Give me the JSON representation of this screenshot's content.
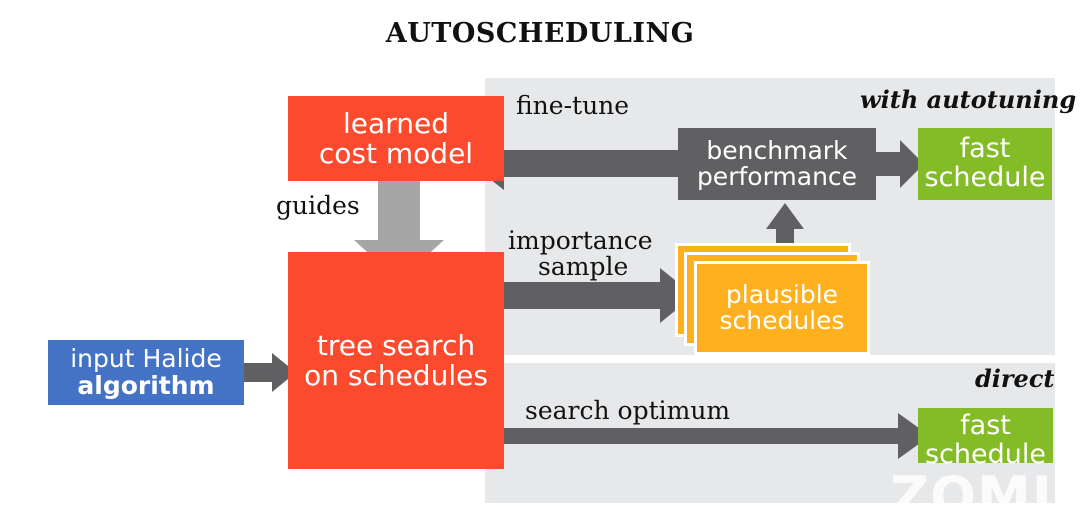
{
  "title": "AUTOSCHEDULING",
  "panels": {
    "autotuning": {
      "caption": "with autotuning"
    },
    "direct": {
      "caption": "direct"
    }
  },
  "boxes": {
    "cost_model": {
      "line1": "learned",
      "line2": "cost model",
      "color": "#fb4a2d"
    },
    "tree_search": {
      "line1": "tree search",
      "line2": "on schedules",
      "color": "#fb4a2d"
    },
    "input": {
      "line1": "input Halide",
      "line2": "algorithm",
      "color": "#4472c4"
    },
    "benchmark": {
      "line1": "benchmark",
      "line2": "performance",
      "color": "#606063"
    },
    "fast_top": {
      "line1": "fast",
      "line2": "schedule",
      "color": "#84bc27"
    },
    "fast_bottom": {
      "line1": "fast",
      "line2": "schedule",
      "color": "#84bc27"
    },
    "plausible": {
      "line1": "plausible",
      "line2": "schedules",
      "color": "#ffb01f",
      "card_count": 3
    }
  },
  "labels": {
    "fine_tune": "fine-tune",
    "guides": "guides",
    "importance_line1": "importance",
    "importance_line2": "sample",
    "search_optimum": "search optimum"
  },
  "arrows": {
    "input_to_tree": "arrow-right",
    "cost_model_guides": "arrow-down",
    "tree_to_plausible": "arrow-right",
    "plausible_to_benchmark": "arrow-up",
    "benchmark_to_cost_model": "arrow-left",
    "benchmark_to_fast": "arrow-right",
    "tree_to_fast_direct": "arrow-right"
  },
  "colors": {
    "panel_background": "#e7e8ea",
    "arrow_dark": "#606063",
    "arrow_light": "#a6a6a6",
    "page_background": "#ffffff"
  },
  "watermark": "ZOMI酱"
}
